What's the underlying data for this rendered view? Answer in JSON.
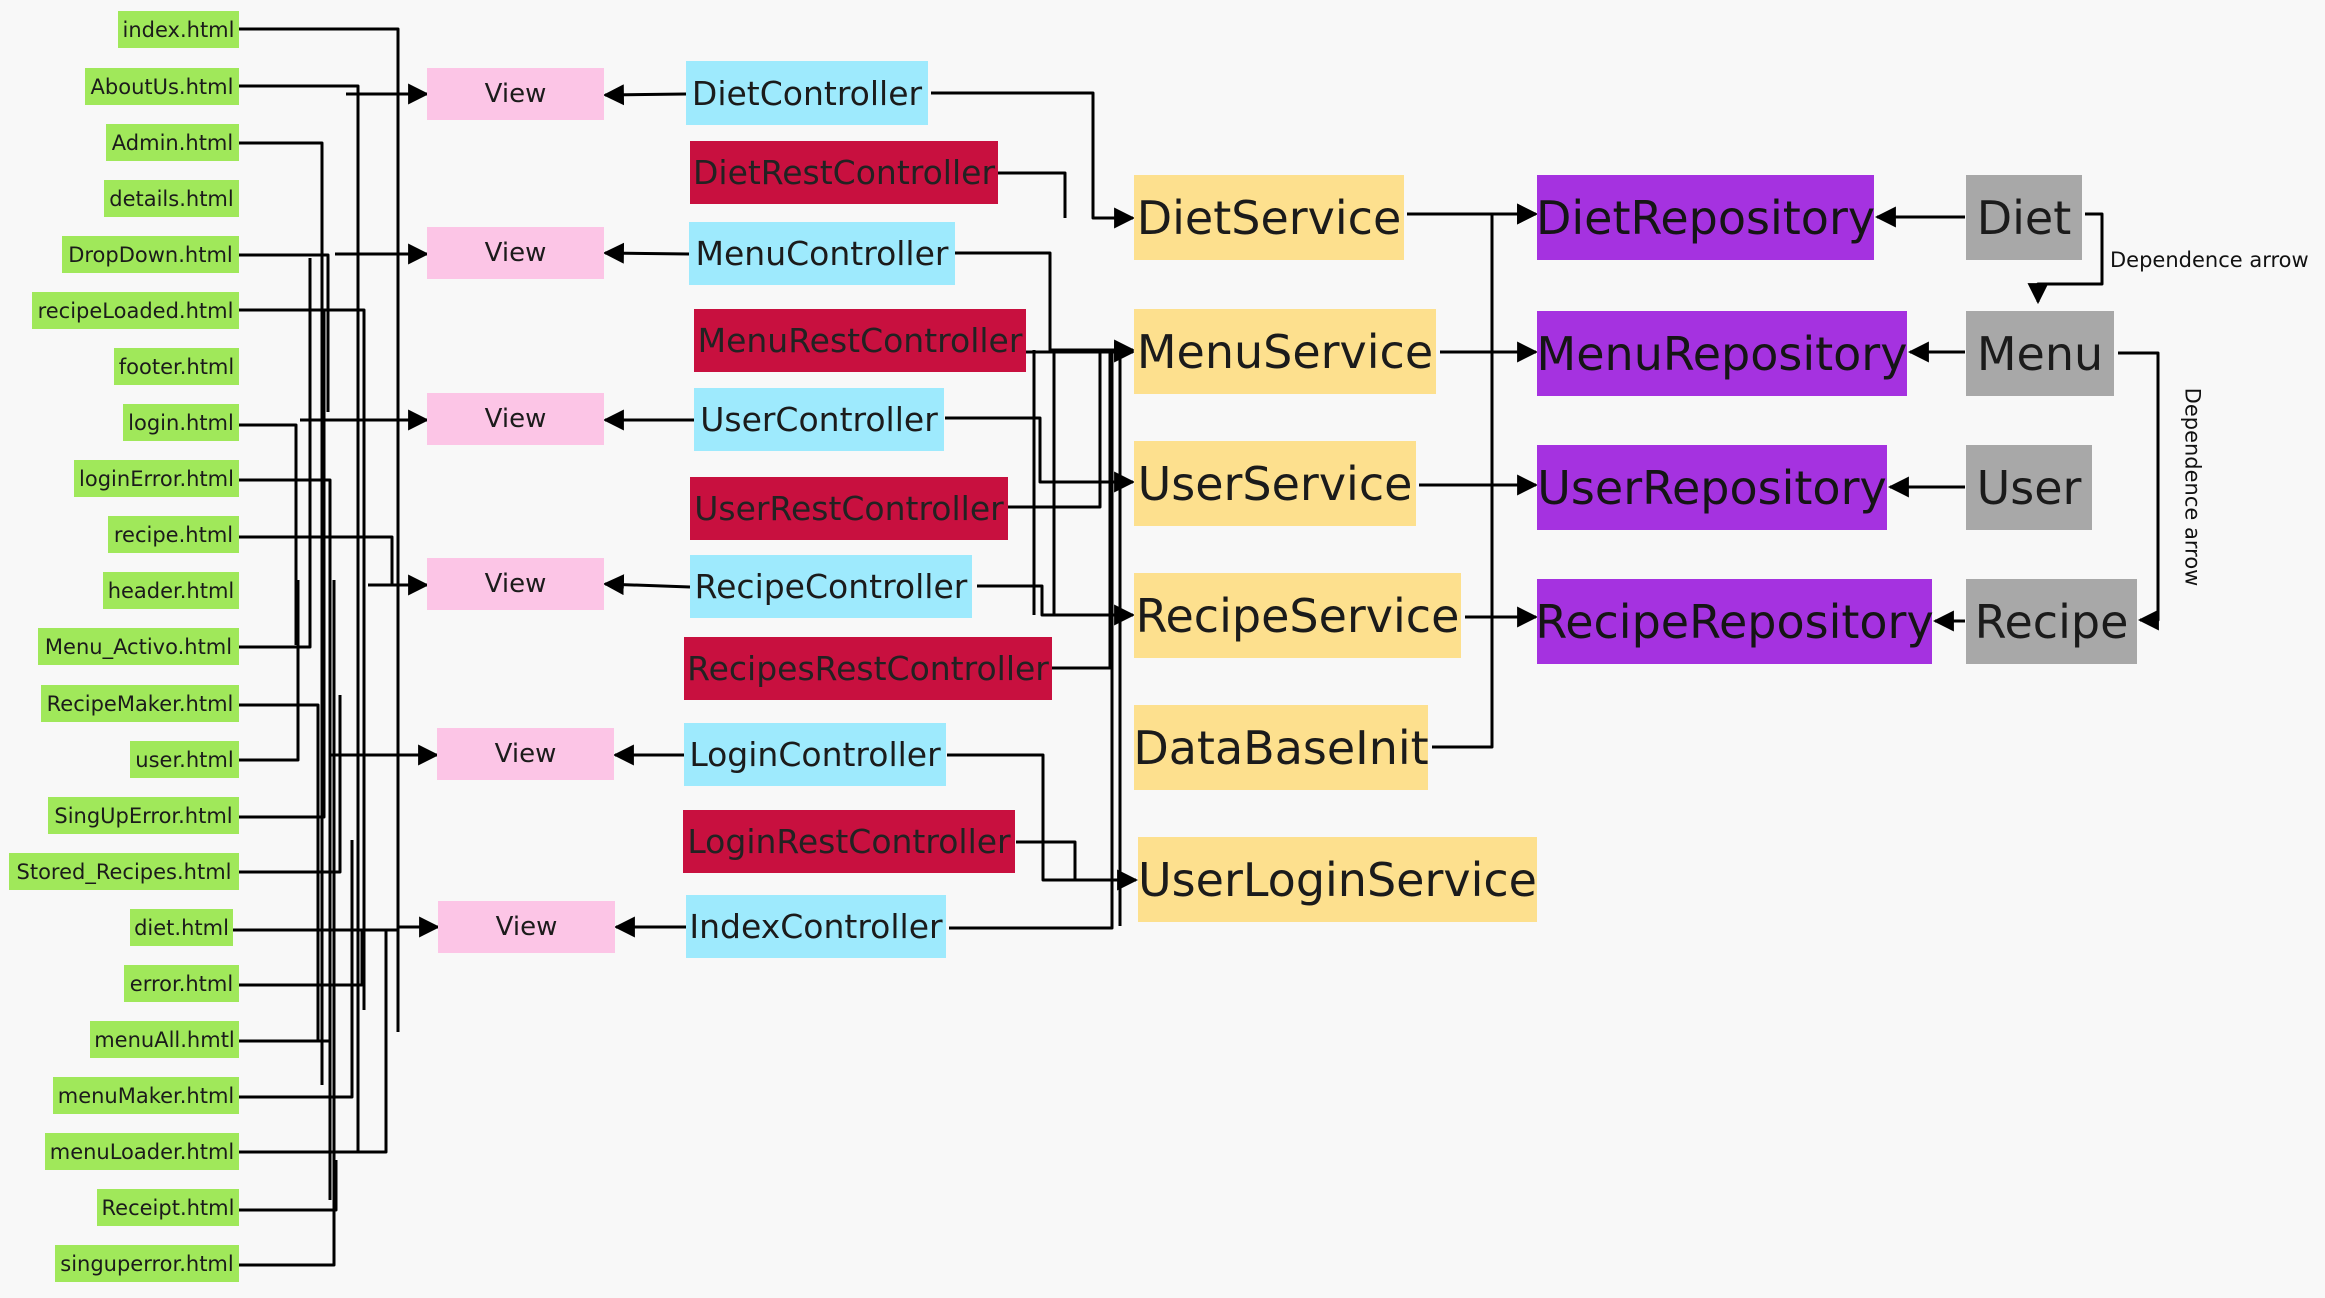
{
  "colors": {
    "html_file": "#a0e85a",
    "view": "#fcc5e6",
    "controller": "#9eeafd",
    "rest_controller": "#c8103f",
    "service": "#fde08e",
    "repository": "#a532e0",
    "entity": "#a8a8a8",
    "line": "#000000"
  },
  "html_files": [
    "index.html",
    "AboutUs.html",
    "Admin.html",
    "details.html",
    "DropDown.html",
    "recipeLoaded.html",
    "footer.html",
    "login.html",
    "loginError.html",
    "recipe.html",
    "header.html",
    "Menu_Activo.html",
    "RecipeMaker.html",
    "user.html",
    "SingUpError.html",
    "Stored_Recipes.html",
    "diet.html",
    "error.html",
    "menuAll.hmtl",
    "menuMaker.html",
    "menuLoader.html",
    "Receipt.html",
    "singuperror.html"
  ],
  "views": [
    "View",
    "View",
    "View",
    "View",
    "View",
    "View"
  ],
  "controllers": [
    "DietController",
    "MenuController",
    "UserController",
    "RecipeController",
    "LoginController",
    "IndexController"
  ],
  "rest_controllers": [
    "DietRestController",
    "MenuRestController",
    "UserRestController",
    "RecipesRestController",
    "LoginRestController"
  ],
  "services": [
    "DietService",
    "MenuService",
    "UserService",
    "RecipeService",
    "DataBaseInit",
    "UserLoginService"
  ],
  "repositories": [
    "DietRepository",
    "MenuRepository",
    "UserRepository",
    "RecipeRepository"
  ],
  "entities": [
    "Diet",
    "Menu",
    "User",
    "Recipe"
  ],
  "labels": {
    "dependence_1": "Dependence arrow",
    "dependence_2": "Dependence arrow"
  }
}
